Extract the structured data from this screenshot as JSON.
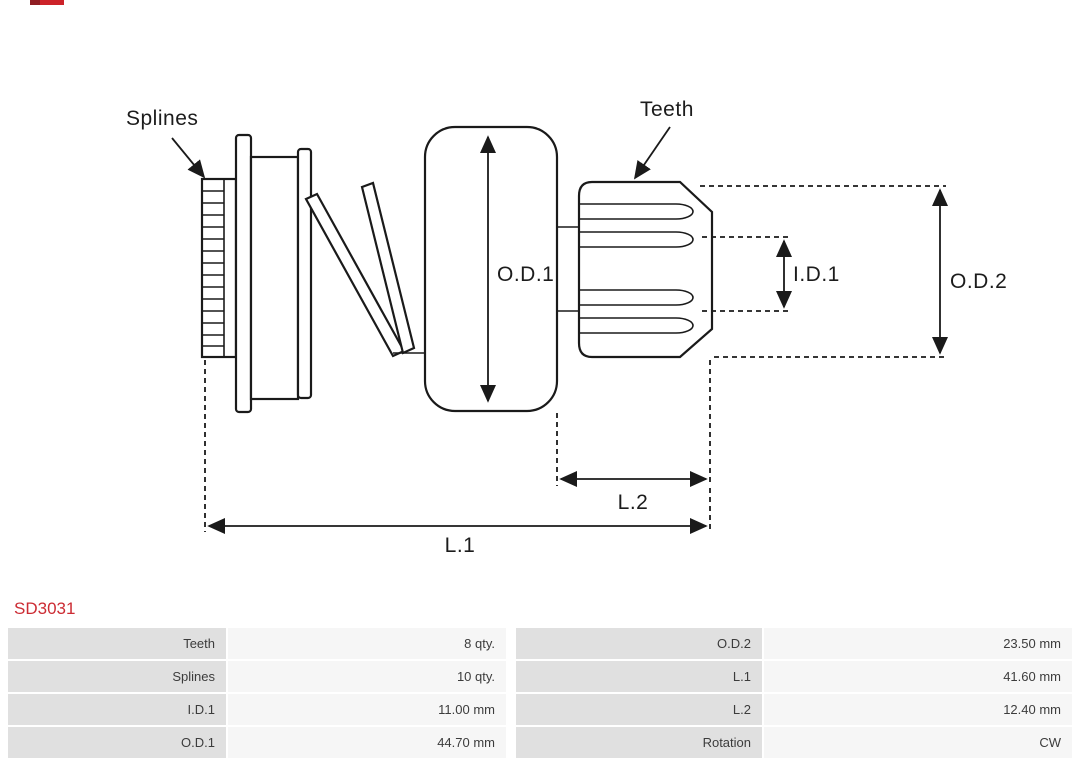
{
  "page": {
    "part_number": "SD3031"
  },
  "diagram": {
    "labels": {
      "splines": "Splines",
      "teeth": "Teeth",
      "od1": "O.D.1",
      "id1": "I.D.1",
      "od2": "O.D.2",
      "l1": "L.1",
      "l2": "L.2"
    }
  },
  "specs": {
    "rows": [
      {
        "k1": "Teeth",
        "v1": "8 qty.",
        "k2": "O.D.2",
        "v2": "23.50 mm"
      },
      {
        "k1": "Splines",
        "v1": "10 qty.",
        "k2": "L.1",
        "v2": "41.60 mm"
      },
      {
        "k1": "I.D.1",
        "v1": "11.00 mm",
        "k2": "L.2",
        "v2": "12.40 mm"
      },
      {
        "k1": "O.D.1",
        "v1": "44.70 mm",
        "k2": "Rotation",
        "v2": "CW"
      }
    ]
  },
  "colors": {
    "accent_red": "#cc2229",
    "table_label_bg": "#e0e0e0",
    "table_value_bg": "#f6f6f6",
    "line": "#1a1a1a"
  }
}
